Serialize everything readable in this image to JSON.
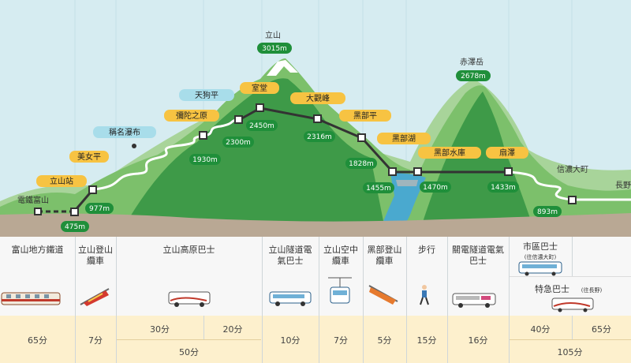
{
  "map": {
    "stations": [
      {
        "name": "電鐵富山"
      },
      {
        "name": "立山站",
        "elevation": "475m"
      },
      {
        "name": "美女平",
        "elevation": "977m"
      },
      {
        "name": "稱名瀑布"
      },
      {
        "name": "彌陀之原",
        "elevation": "1930m"
      },
      {
        "name": "天狗平",
        "elevation": "2300m"
      },
      {
        "name": "室堂",
        "elevation": "2450m"
      },
      {
        "name": "大觀峰",
        "elevation": "2316m"
      },
      {
        "name": "黑部平",
        "elevation": "1828m"
      },
      {
        "name": "黑部湖",
        "elevation": "1455m"
      },
      {
        "name": "黑部水庫",
        "elevation": "1470m"
      },
      {
        "name": "扇澤",
        "elevation": "1433m"
      },
      {
        "name": "信濃大町",
        "elevation": "893m"
      },
      {
        "name": "長野"
      }
    ],
    "peaks": [
      {
        "name": "立山",
        "elevation": "3015m"
      },
      {
        "name": "赤澤岳",
        "elevation": "2678m"
      }
    ],
    "colors": {
      "station_label_bg": "#f7c342",
      "hiking_label_bg": "#a8ddea",
      "elevation_badge": "#1f8f3a",
      "sky": "#d6ecf1",
      "mountain_dark": "#3e9a48",
      "mountain_light": "#7cc06b",
      "lake": "#4aa9cf",
      "ground": "#b9a894",
      "time_row_bg": "#fdf0cd"
    }
  },
  "table": {
    "sections": [
      {
        "title": "富山地方鐵道",
        "vehicle_icon": "train-icon"
      },
      {
        "title": "立山登山纜車",
        "vehicle_icon": "cable-car-icon"
      },
      {
        "title": "立山高原巴士",
        "vehicle_icon": "bus-icon"
      },
      {
        "title": "立山隧道電氣巴士",
        "vehicle_icon": "electric-bus-icon"
      },
      {
        "title": "立山空中纜車",
        "vehicle_icon": "ropeway-icon"
      },
      {
        "title": "黑部登山纜車",
        "vehicle_icon": "cable-car-icon"
      },
      {
        "title": "步行",
        "vehicle_icon": "walker-icon"
      },
      {
        "title": "關電隧道電氣巴士",
        "vehicle_icon": "electric-bus-icon"
      },
      {
        "title": "市區巴士",
        "subtitle": "(往信濃大町)",
        "vehicle_icon": "bus-icon"
      },
      {
        "title": "特急巴士",
        "subtitle": "(往長野)",
        "vehicle_icon": "express-bus-icon"
      }
    ],
    "times": {
      "toyama_railway": "65分",
      "cable_car": "7分",
      "highland_bus_a": "30分",
      "highland_bus_b": "20分",
      "highland_bus_total": "50分",
      "trolley_bus": "10分",
      "ropeway": "7分",
      "kurobe_cable": "5分",
      "walk": "15分",
      "kanden_bus": "16分",
      "city_bus": "40分",
      "express_bus": "65分",
      "bus_total": "105分"
    }
  }
}
